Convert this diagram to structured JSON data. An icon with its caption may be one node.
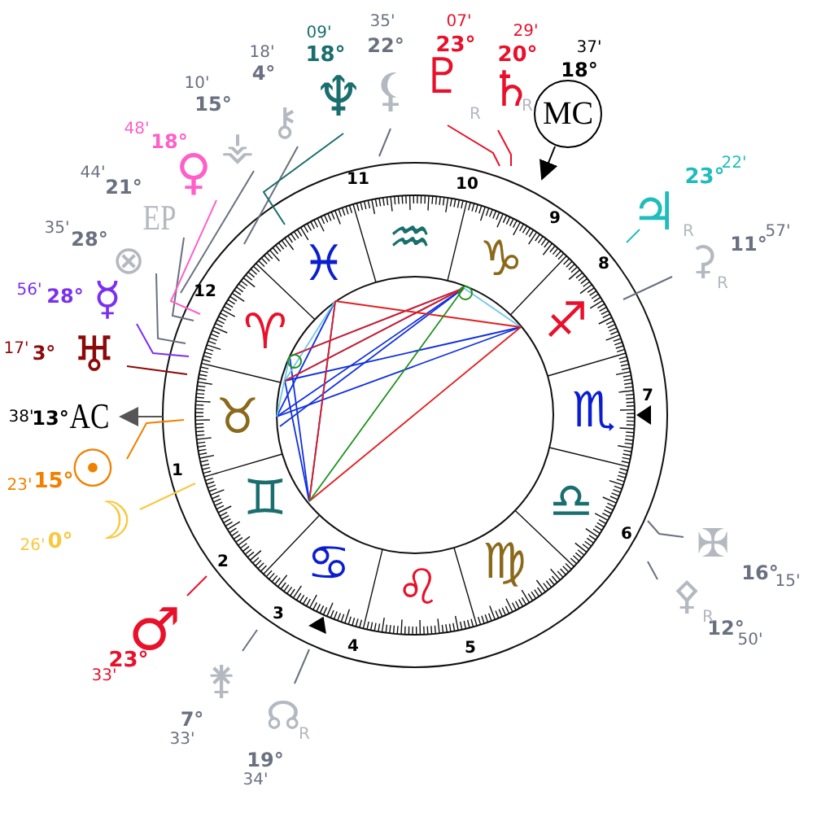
{
  "diagram": {
    "nodes": [
      {
        "text": [
          "♇"
        ],
        "beside": [
          "23°",
          "07'",
          "R"
        ]
      },
      {
        "text": [
          "♄"
        ],
        "beside": [
          "20°",
          "29'",
          "R"
        ]
      },
      {
        "text": [
          "MC"
        ],
        "beside": [
          "18°",
          "37'"
        ]
      },
      {
        "text": [
          "♃"
        ],
        "beside": [
          "23°",
          "22'",
          "R"
        ]
      },
      {
        "text": [
          "⚳"
        ],
        "beside": [
          "11°",
          "57'",
          "R"
        ]
      },
      {
        "text": [
          "✠"
        ],
        "beside": [
          "16°",
          "15'"
        ]
      },
      {
        "text": [
          "⚴"
        ],
        "beside": [
          "12°",
          "50'",
          "R"
        ]
      },
      {
        "text": [
          "☊"
        ],
        "beside": [
          "19°",
          "34'",
          "R"
        ]
      },
      {
        "text": [
          "⚵"
        ],
        "beside": [
          "7°",
          "33'"
        ]
      },
      {
        "text": [
          "♂"
        ],
        "beside": [
          "23°",
          "33'"
        ]
      },
      {
        "text": [
          "☽"
        ],
        "beside": [
          "0°",
          "26'"
        ]
      },
      {
        "text": [
          "☉"
        ],
        "beside": [
          "15°",
          "23'"
        ]
      },
      {
        "text": [
          "AC"
        ],
        "beside": [
          "13°",
          "38'"
        ]
      },
      {
        "text": [
          "♅"
        ],
        "beside": [
          "3°",
          "17'"
        ]
      },
      {
        "text": [
          "☿"
        ],
        "beside": [
          "28°",
          "56'"
        ]
      },
      {
        "text": [
          "⊗"
        ],
        "beside": [
          "28°",
          "35'"
        ]
      },
      {
        "text": [
          "EP"
        ],
        "beside": [
          "21°",
          "44'"
        ]
      },
      {
        "text": [
          "♀"
        ],
        "beside": [
          "18°",
          "48'"
        ]
      },
      {
        "text": [
          "⚶"
        ],
        "beside": [
          "15°",
          "10'"
        ]
      },
      {
        "text": [
          "⚷"
        ],
        "beside": [
          "4°",
          "18'"
        ]
      },
      {
        "text": [
          "♆"
        ],
        "beside": [
          "18°",
          "09'"
        ]
      },
      {
        "text": [
          "⚸"
        ],
        "beside": [
          "22°",
          "35'"
        ]
      }
    ],
    "edges": [
      {
        "from": 0,
        "to": null,
        "arrow": "none",
        "color": "#e8102a"
      },
      {
        "from": 1,
        "to": null,
        "arrow": "none",
        "color": "#e8102a"
      },
      {
        "from": 2,
        "to": null,
        "arrow": "to",
        "color": "#000000"
      },
      {
        "from": 3,
        "to": null,
        "arrow": "none",
        "color": "#1fbcbc"
      },
      {
        "from": 4,
        "to": null,
        "arrow": "none"
      },
      {
        "from": 5,
        "to": null,
        "arrow": "none"
      },
      {
        "from": 6,
        "to": null,
        "arrow": "none"
      },
      {
        "from": 7,
        "to": null,
        "arrow": "none"
      },
      {
        "from": 8,
        "to": null,
        "arrow": "none"
      },
      {
        "from": 9,
        "to": null,
        "arrow": "none",
        "color": "#e8102a"
      },
      {
        "from": 10,
        "to": null,
        "arrow": "none",
        "color": "#f8c840"
      },
      {
        "from": 11,
        "to": null,
        "arrow": "none",
        "color": "#f08000"
      },
      {
        "from": null,
        "to": 12,
        "arrow": "to",
        "color": "#555555"
      },
      {
        "from": 13,
        "to": null,
        "arrow": "none",
        "color": "#8b0a0a"
      },
      {
        "from": 14,
        "to": null,
        "arrow": "none",
        "color": "#7b30f0"
      },
      {
        "from": 15,
        "to": null,
        "arrow": "none"
      },
      {
        "from": 16,
        "to": null,
        "arrow": "none"
      },
      {
        "from": 17,
        "to": null,
        "arrow": "none",
        "color": "#ff5fc8"
      },
      {
        "from": 18,
        "to": null,
        "arrow": "none"
      },
      {
        "from": 19,
        "to": null,
        "arrow": "none"
      },
      {
        "from": 20,
        "to": null,
        "arrow": "none",
        "color": "#1a6e6e"
      },
      {
        "from": 21,
        "to": null,
        "arrow": "none"
      }
    ],
    "labels": [
      "♓",
      "♒",
      "♑",
      "♐",
      "♏",
      "♎",
      "♍",
      "♌",
      "♋",
      "♊",
      "♉",
      "♈",
      "1",
      "2",
      "3",
      "4",
      "5",
      "6",
      "7",
      "8",
      "9",
      "10",
      "11",
      "12"
    ]
  }
}
